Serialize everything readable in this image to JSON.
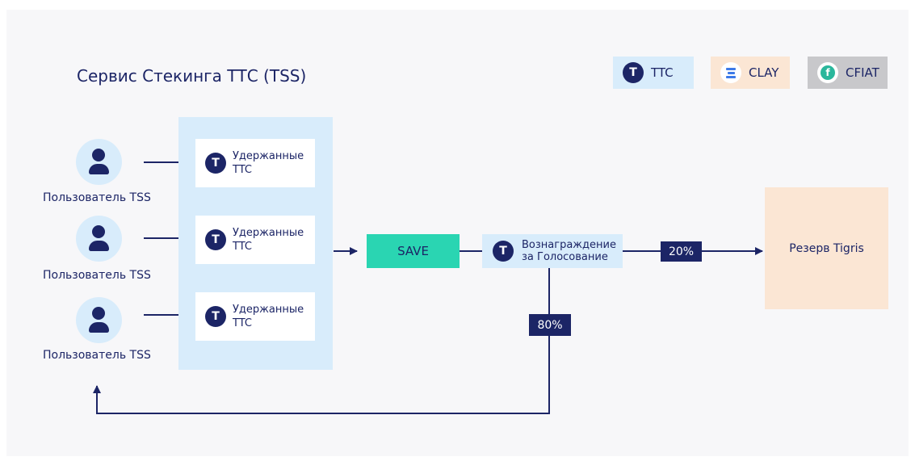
{
  "title": "Сервис Стекинга ТТС (TSS)",
  "legend": [
    {
      "label": "TTC",
      "icon": "ttc-token-icon",
      "color": "#d8ecfb"
    },
    {
      "label": "CLAY",
      "icon": "clay-token-icon",
      "color": "#fbe6d4"
    },
    {
      "label": "CFIAT",
      "icon": "cfiat-token-icon",
      "color": "#c8c8cb"
    }
  ],
  "users": [
    {
      "label": "Пользователь TSS"
    },
    {
      "label": "Пользователь TSS"
    },
    {
      "label": "Пользователь TSS"
    }
  ],
  "held_cards": [
    {
      "line1": "Удержанные",
      "line2": "TTC"
    },
    {
      "line1": "Удержанные",
      "line2": "TTC"
    },
    {
      "line1": "Удержанные",
      "line2": "TTC"
    }
  ],
  "save_label": "SAVE",
  "reward": {
    "line1": "Вознаграждение",
    "line2": "за Голосование"
  },
  "split_reserve": "20%",
  "split_users": "80%",
  "reserve_label": "Резерв Tigris",
  "token_glyph": "T",
  "cfiat_glyph": "f",
  "colors": {
    "navy": "#1c2566",
    "light_blue": "#d8ecfb",
    "peach": "#fbe6d4",
    "teal": "#2ad5b2",
    "grey": "#c8c8cb"
  }
}
